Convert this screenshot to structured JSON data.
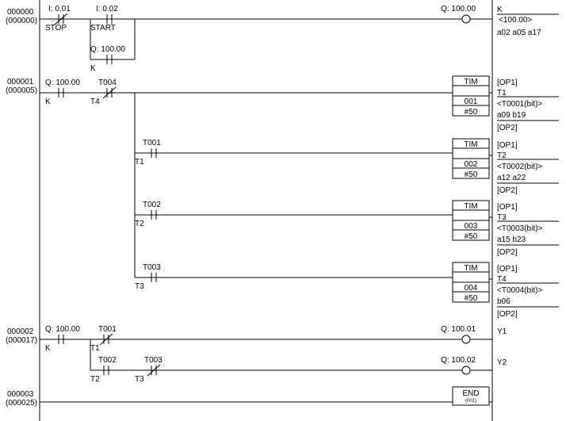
{
  "rungs": [
    {
      "step": "000000",
      "addr": "(000000)"
    },
    {
      "step": "000001",
      "addr": "(000005)"
    },
    {
      "step": "000002",
      "addr": "(000017)"
    },
    {
      "step": "000003",
      "addr": "(000025)"
    }
  ],
  "r0": {
    "stop": {
      "addr": "I: 0.01",
      "label": "STOP"
    },
    "start": {
      "addr": "I: 0.02",
      "label": "START"
    },
    "hold": {
      "addr": "Q: 100.00",
      "label": "K"
    },
    "coil": {
      "addr": "Q: 100.00"
    },
    "comment": {
      "name": "K",
      "addr": "<100.00>",
      "refs": "a02 a05 a17"
    }
  },
  "r1": {
    "k": {
      "addr": "Q: 100.00",
      "label": "K"
    },
    "t4": {
      "addr": "T004",
      "label": "T4"
    },
    "branches": [
      {
        "contact": null,
        "label": null
      },
      {
        "contact": "T001",
        "label": "T1"
      },
      {
        "contact": "T002",
        "label": "T2"
      },
      {
        "contact": "T003",
        "label": "T3"
      }
    ],
    "timers": [
      {
        "title": "TIM",
        "num": "001",
        "preset": "#50",
        "op1": "[OP1]",
        "name": "T1",
        "bit": "<T0001(bit)>",
        "refs": "a09 b19",
        "op2": "[OP2]"
      },
      {
        "title": "TIM",
        "num": "002",
        "preset": "#50",
        "op1": "[OP1]",
        "name": "T2",
        "bit": "<T0002(bit)>",
        "refs": "a12 a22",
        "op2": "[OP2]"
      },
      {
        "title": "TIM",
        "num": "003",
        "preset": "#50",
        "op1": "[OP1]",
        "name": "T3",
        "bit": "<T0003(bit)>",
        "refs": "a15 b23",
        "op2": "[OP2]"
      },
      {
        "title": "TIM",
        "num": "004",
        "preset": "#50",
        "op1": "[OP1]",
        "name": "T4",
        "bit": "<T0004(bit)>",
        "refs": "b06",
        "op2": "[OP2]"
      }
    ]
  },
  "r2": {
    "k": {
      "addr": "Q: 100.00",
      "label": "K"
    },
    "t1": {
      "addr": "T001",
      "label": "T1"
    },
    "t2": {
      "addr": "T002",
      "label": "T2"
    },
    "t3": {
      "addr": "T003",
      "label": "T3"
    },
    "coil1": {
      "addr": "Q: 100.01",
      "name": "Y1"
    },
    "coil2": {
      "addr": "Q: 100.02",
      "name": "Y2"
    }
  },
  "r3": {
    "end": "END",
    "end_sub": "(001)"
  }
}
